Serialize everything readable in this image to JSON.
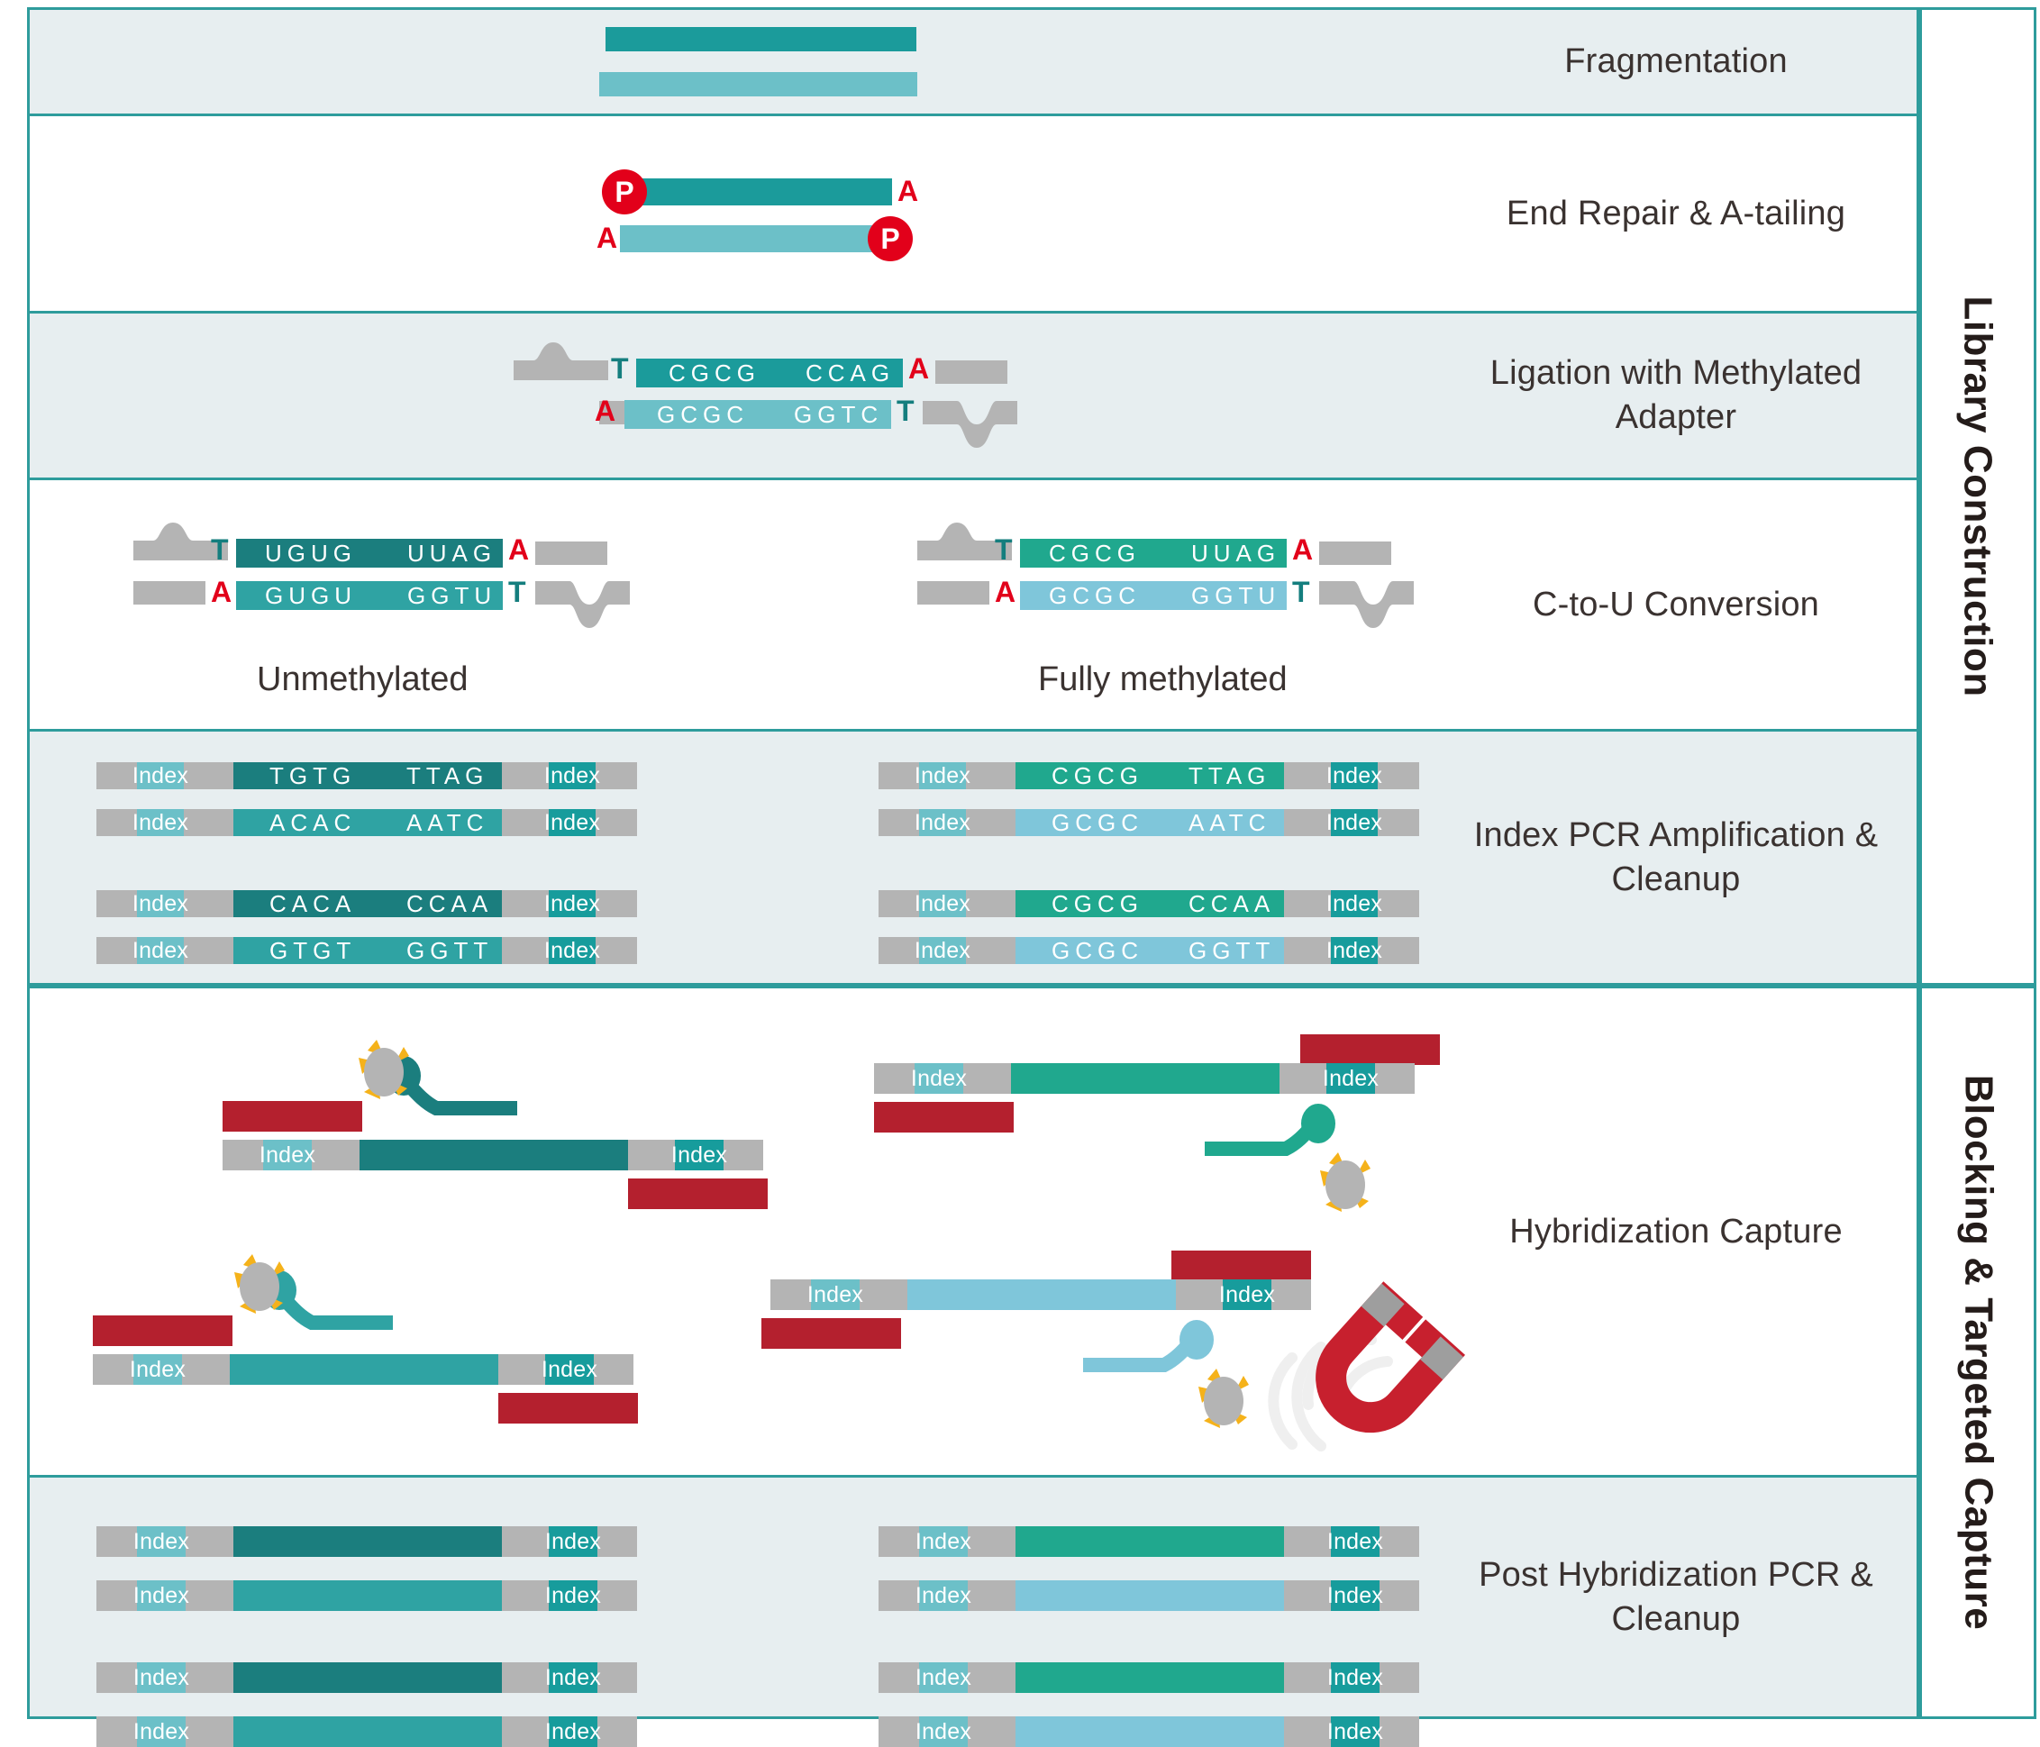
{
  "diagram": {
    "title": "Methylation sequencing library preparation workflow",
    "colors": {
      "band_background": "#E7EEF0",
      "border": "#2E9C9C",
      "teal_dark": "#1B7E7E",
      "teal_mid": "#2FA3A3",
      "teal": "#1B9B9B",
      "teal_light": "#6CC0C8",
      "green": "#20A88E",
      "blue_light": "#7FC6DA",
      "gray": "#B4B4B4",
      "red": "#B4202E",
      "base_red": "#E2001A",
      "base_teal": "#147E7E",
      "yellow": "#F5B21A",
      "text": "#3A3230"
    }
  },
  "phases": [
    {
      "label": "Library Construction"
    },
    {
      "label": "Blocking & Targeted Capture"
    }
  ],
  "steps": [
    {
      "id": "fragmentation",
      "label": "Fragmentation"
    },
    {
      "id": "end-repair",
      "label": "End Repair & A-tailing"
    },
    {
      "id": "ligation",
      "label": "Ligation with Methylated Adapter"
    },
    {
      "id": "c-to-u",
      "label": "C-to-U Conversion"
    },
    {
      "id": "index-pcr",
      "label": "Index PCR Amplification & Cleanup"
    },
    {
      "id": "hyb-capture",
      "label": "Hybridization Capture"
    },
    {
      "id": "post-hyb-pcr",
      "label": "Post Hybridization PCR & Cleanup"
    }
  ],
  "end_repair": {
    "top_left_marker": "P",
    "top_right_base": "A",
    "bottom_left_base": "A",
    "bottom_right_marker": "P"
  },
  "ligation": {
    "top": {
      "left_base": "T",
      "seq_left": "CGCG",
      "seq_right": "CCAG",
      "right_base": "A"
    },
    "bottom": {
      "left_base": "A",
      "seq_left": "GCGC",
      "seq_right": "GGTC",
      "right_base": "T"
    }
  },
  "c_to_u": {
    "unmethylated": {
      "caption": "Unmethylated",
      "top": {
        "left_base": "T",
        "seq_left": "UGUG",
        "seq_right": "UUAG",
        "right_base": "A"
      },
      "bottom": {
        "left_base": "A",
        "seq_left": "GUGU",
        "seq_right": "GGTU",
        "right_base": "T"
      }
    },
    "methylated": {
      "caption": "Fully methylated",
      "top": {
        "left_base": "T",
        "seq_left": "CGCG",
        "seq_right": "UUAG",
        "right_base": "A"
      },
      "bottom": {
        "left_base": "A",
        "seq_left": "GCGC",
        "seq_right": "GGTU",
        "right_base": "T"
      }
    }
  },
  "index_pcr": {
    "index_label": "Index",
    "unmethylated": [
      {
        "seq_left": "TGTG",
        "seq_right": "TTAG"
      },
      {
        "seq_left": "ACAC",
        "seq_right": "AATC"
      },
      {
        "seq_left": "CACA",
        "seq_right": "CCAA"
      },
      {
        "seq_left": "GTGT",
        "seq_right": "GGTT"
      }
    ],
    "methylated": [
      {
        "seq_left": "CGCG",
        "seq_right": "TTAG"
      },
      {
        "seq_left": "GCGC",
        "seq_right": "AATC"
      },
      {
        "seq_left": "CGCG",
        "seq_right": "CCAA"
      },
      {
        "seq_left": "GCGC",
        "seq_right": "GGTT"
      }
    ]
  },
  "hybridization": {
    "index_label": "Index",
    "icons": {
      "probe": "biotin-probe-icon",
      "bead": "streptavidin-bead-icon",
      "magnet": "magnet-icon",
      "blocker": "blocking-oligo-bar"
    }
  },
  "post_hyb_pcr": {
    "index_label": "Index"
  }
}
